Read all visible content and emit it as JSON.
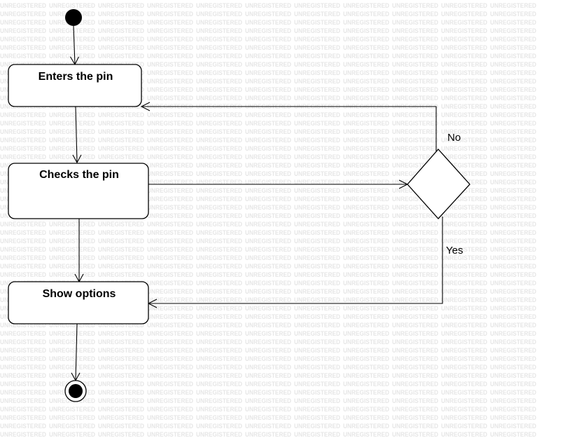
{
  "watermark": {
    "text": "UNREGISTERED",
    "color": "#e6e6e6"
  },
  "nodes": {
    "enter_pin": {
      "label": "Enters the pin"
    },
    "check_pin": {
      "label": "Checks the pin"
    },
    "show_options": {
      "label": "Show options"
    }
  },
  "edges": {
    "no_label": "No",
    "yes_label": "Yes"
  },
  "colors": {
    "stroke": "#000000",
    "fill": "#ffffff"
  }
}
